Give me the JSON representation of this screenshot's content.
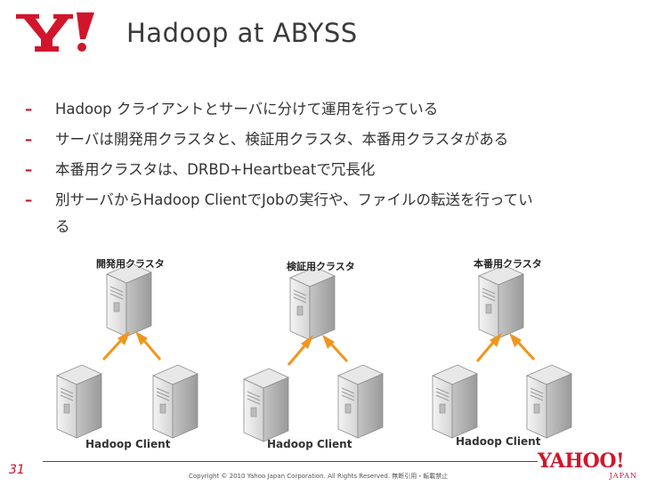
{
  "title": "Hadoop at ABYSS",
  "bullets": [
    "Hadoop クライアントとサーバに分けて運用を行っている",
    "サーバは開発用クラスタと、検証用クラスタ、本番用クラスタがある",
    "本番用クラスタは、DRBD+Heartbeatで冗長化",
    "別サーバからHadoop ClientでJobの実行や、ファイルの転送を行ってい",
    "る"
  ],
  "clusters": [
    {
      "label": "開発用クラスタ",
      "client_label": "Hadoop Client"
    },
    {
      "label": "検証用クラスタ",
      "client_label": "Hadoop Client"
    },
    {
      "label": "本番用クラスタ",
      "client_label": "Hadoop Client"
    }
  ],
  "footer": {
    "page_number": "31",
    "copyright": "Copyright © 2010 Yahoo Japan Corporation. All Rights Reserved. 無断引用・転載禁止",
    "logo_word": "YAHOO!",
    "logo_sub": "JAPAN"
  },
  "colors": {
    "accent_red": "#c8102e",
    "arrow_orange": "#f0961e",
    "server_gray": "#d9d9d9"
  }
}
